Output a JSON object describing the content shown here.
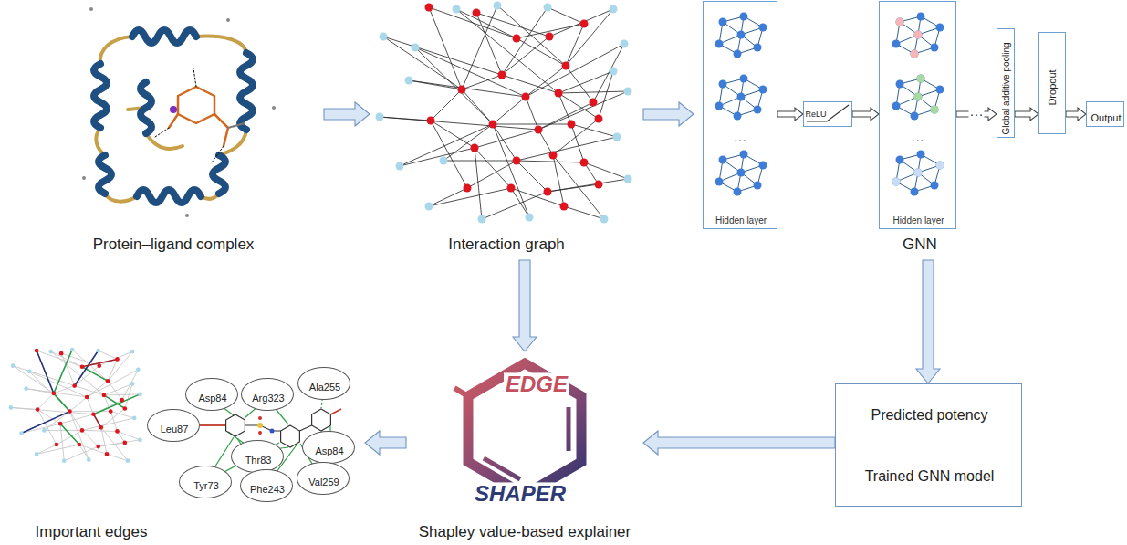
{
  "diagram": {
    "nodes": [
      {
        "text": [
          "Protein–ligand complex"
        ]
      },
      {
        "text": [
          "Interaction graph"
        ]
      },
      {
        "text": [
          "GNN"
        ]
      },
      {
        "text": [
          "Hidden layer"
        ],
        "in": 2
      },
      {
        "text": [
          "ReLU"
        ],
        "in": 2
      },
      {
        "text": [
          "Hidden layer"
        ],
        "in": 2
      },
      {
        "text": [
          "Global additive pooling"
        ],
        "in": 2
      },
      {
        "text": [
          "Dropout"
        ],
        "in": 2
      },
      {
        "text": [
          "Output"
        ],
        "in": 2
      },
      {
        "text": [
          "Predicted potency",
          "Trained GNN model"
        ]
      },
      {
        "text": [
          "EDGE",
          "SHAPER",
          "Shapley value-based explainer"
        ]
      },
      {
        "text": [
          "Important edges"
        ]
      },
      {
        "text": [
          "Asp84"
        ],
        "in": 11
      },
      {
        "text": [
          "Arg323"
        ],
        "in": 11
      },
      {
        "text": [
          "Ala255"
        ],
        "in": 11
      },
      {
        "text": [
          "Leu87"
        ],
        "in": 11
      },
      {
        "text": [
          "Asp84"
        ],
        "in": 11
      },
      {
        "text": [
          "Tyr73"
        ],
        "in": 11
      },
      {
        "text": [
          "Thr83"
        ],
        "in": 11
      },
      {
        "text": [
          "Phe243"
        ],
        "in": 11
      },
      {
        "text": [
          "Val259"
        ],
        "in": 11
      }
    ],
    "edges": [
      {
        "from": 0,
        "to": 1,
        "arrow": "to"
      },
      {
        "from": 1,
        "to": 2,
        "arrow": "to"
      },
      {
        "from": 3,
        "to": 4,
        "arrow": "to"
      },
      {
        "from": 4,
        "to": 5,
        "arrow": "to"
      },
      {
        "from": 5,
        "to": 6,
        "arrow": "to",
        "label": "···"
      },
      {
        "from": 6,
        "to": 7,
        "arrow": "to"
      },
      {
        "from": 7,
        "to": 8,
        "arrow": "to"
      },
      {
        "from": 1,
        "to": 10,
        "arrow": "to"
      },
      {
        "from": 2,
        "to": 9,
        "arrow": "to"
      },
      {
        "from": 9,
        "to": 10,
        "arrow": "to"
      },
      {
        "from": 10,
        "to": 11,
        "arrow": "to"
      }
    ],
    "labels": [
      "…",
      "…"
    ]
  }
}
